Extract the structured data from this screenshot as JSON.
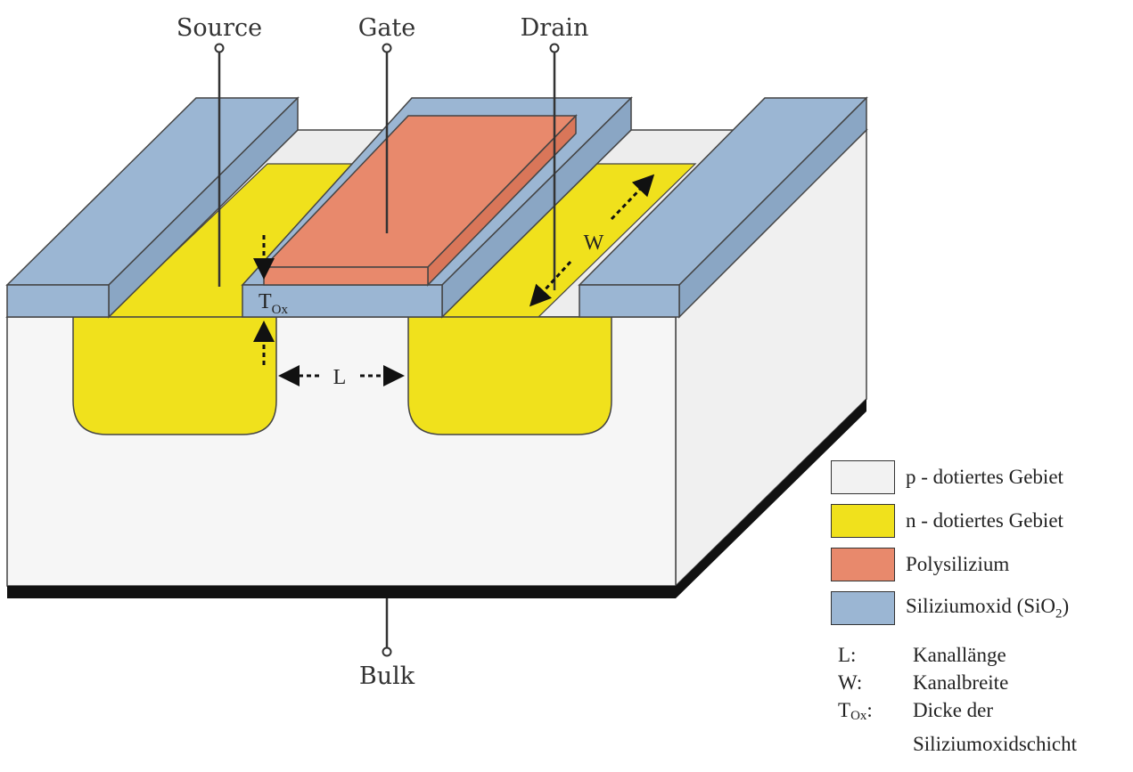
{
  "terminals": {
    "source": "Source",
    "gate": "Gate",
    "drain": "Drain",
    "bulk": "Bulk"
  },
  "dimensions": {
    "tox_main": "T",
    "tox_sub": "Ox",
    "length": "L",
    "width": "W"
  },
  "legend": {
    "items": [
      {
        "label": "p - dotiertes Gebiet",
        "color": "#f2f2f2"
      },
      {
        "label": "n - dotiertes Gebiet",
        "color": "#f0e11c"
      },
      {
        "label": "Polysilizium",
        "color": "#e8896c"
      },
      {
        "label_main": "Siliziumoxid (SiO",
        "label_sub": "2",
        "label_tail": ")",
        "color": "#9bb6d3"
      }
    ]
  },
  "abbreviations": {
    "l_key": "L:",
    "l_val": "Kanallänge",
    "w_key": "W:",
    "w_val": "Kanalbreite",
    "tox_key_main": "T",
    "tox_key_sub": "Ox",
    "tox_key_tail": ":",
    "tox_val_1": "Dicke der",
    "tox_val_2": "Siliziumoxidschicht"
  }
}
